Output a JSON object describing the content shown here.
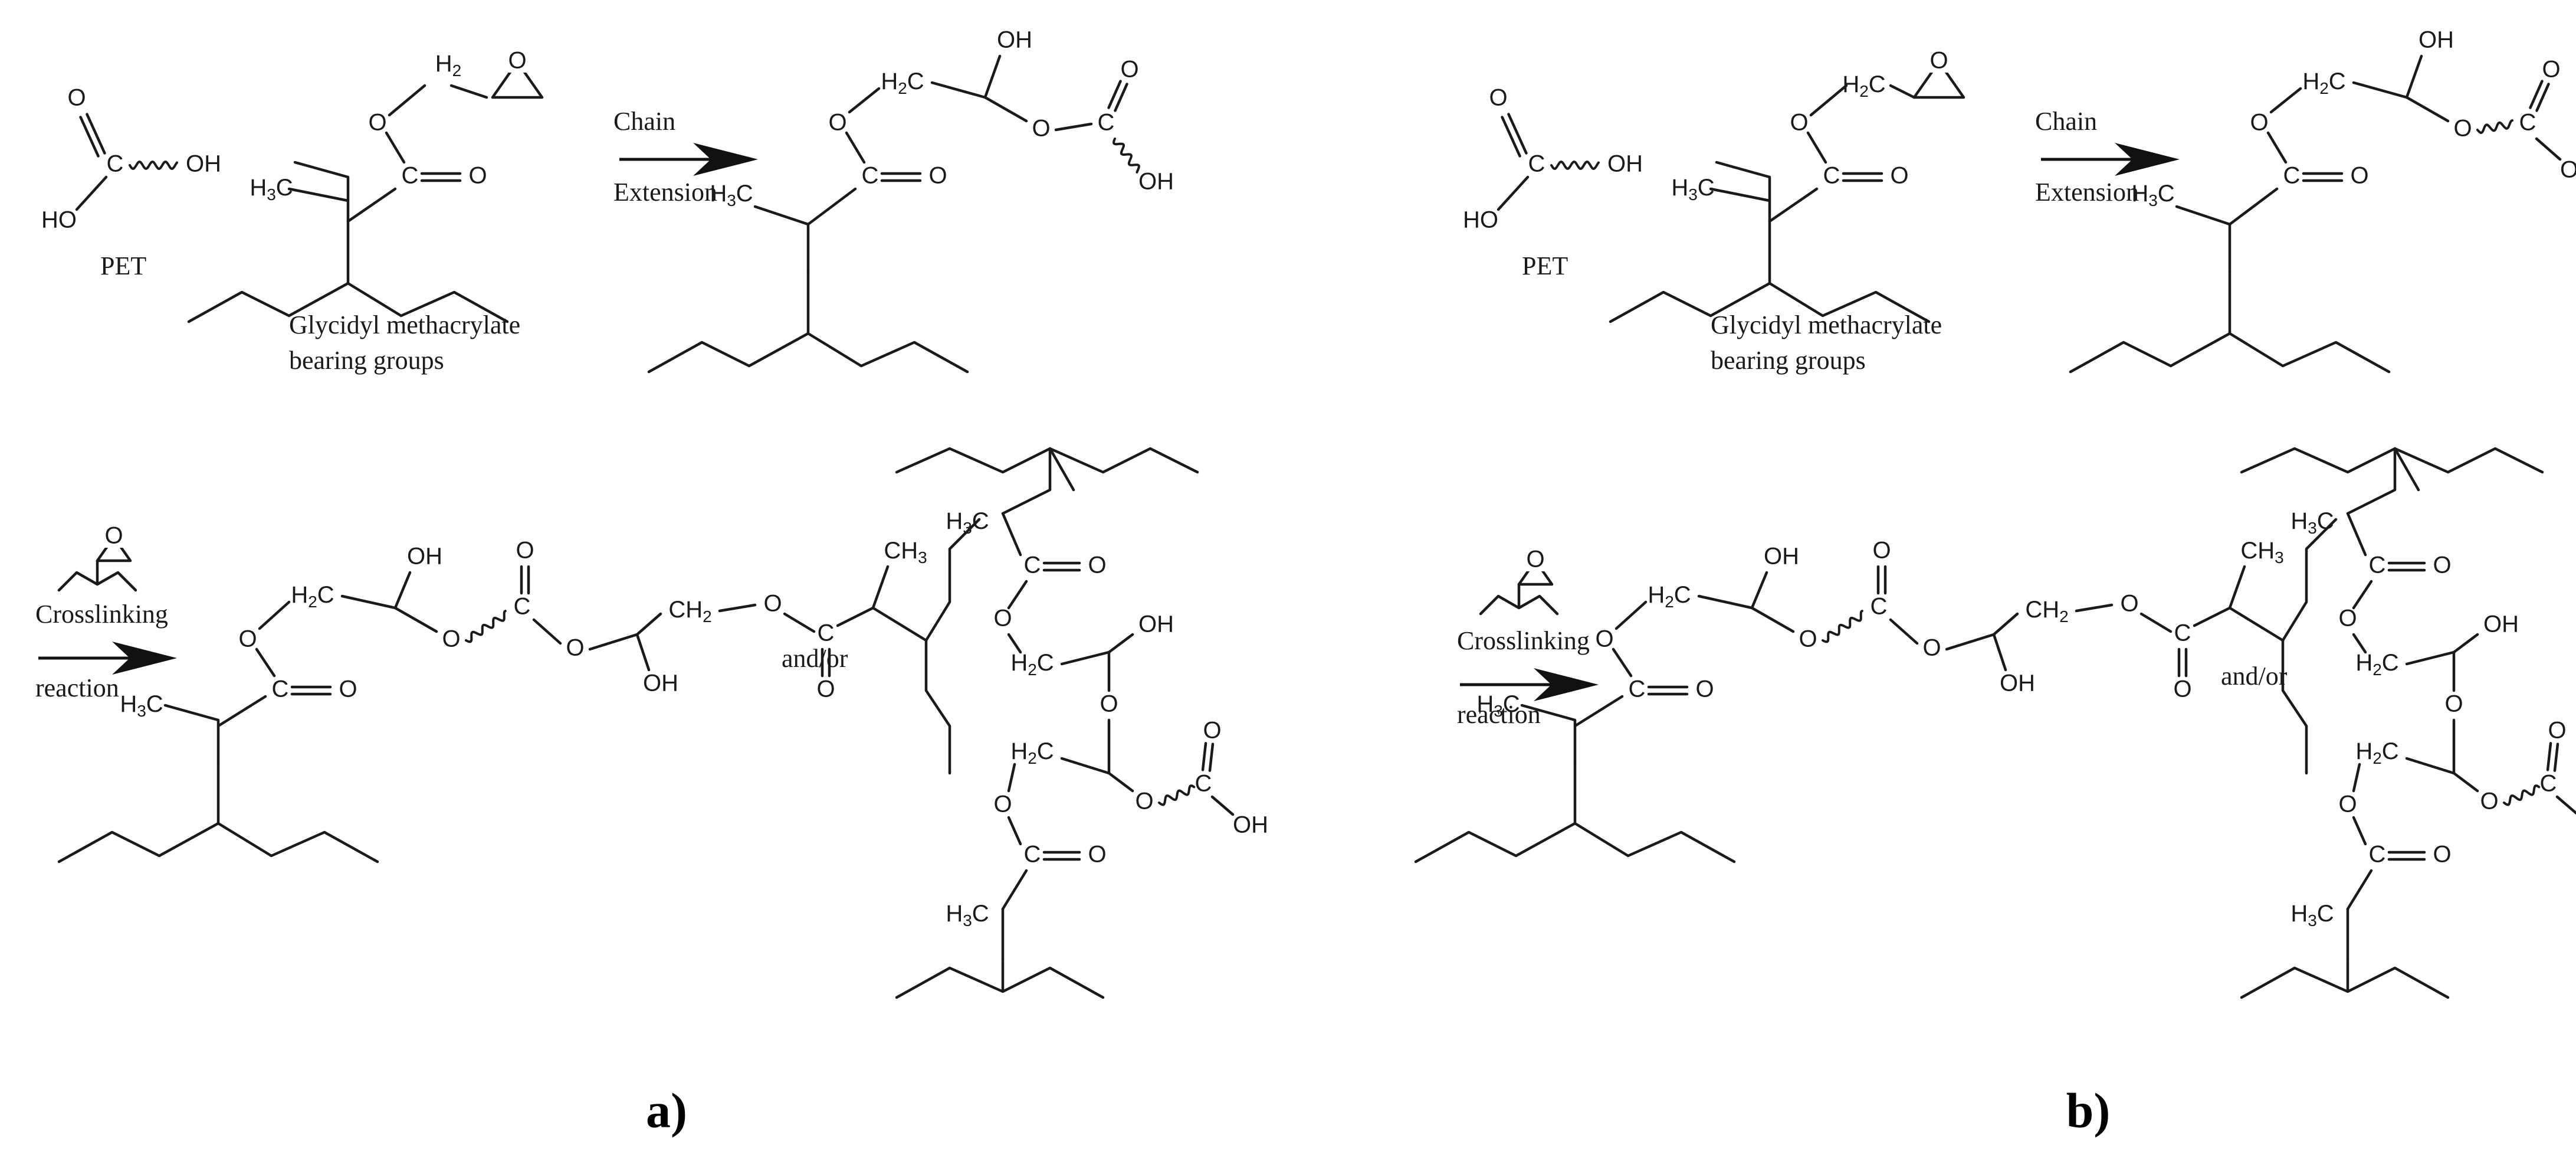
{
  "panels": [
    {
      "letter": "a)",
      "pet_label": "PET",
      "gma_label_line1": "Glycidyl methacrylate",
      "gma_label_line2": "bearing groups",
      "step1_line1": "Chain",
      "step1_line2": "Extension",
      "step2_line1": "Crosslinking",
      "step2_line2": "reaction",
      "alternative": "and/or"
    },
    {
      "letter": "b)",
      "pet_label": "PET",
      "gma_label_line1": "Glycidyl methacrylate",
      "gma_label_line2": "bearing groups",
      "step1_line1": "Chain",
      "step1_line2": "Extension",
      "step2_line1": "Crosslinking",
      "step2_line2": "reaction",
      "alternative": "and/or"
    }
  ],
  "atom_labels": {
    "o": "O",
    "oh": "OH",
    "ho": "HO",
    "c": "C",
    "h": "H",
    "h2": "2",
    "h3": "3",
    "ch": "CH"
  }
}
